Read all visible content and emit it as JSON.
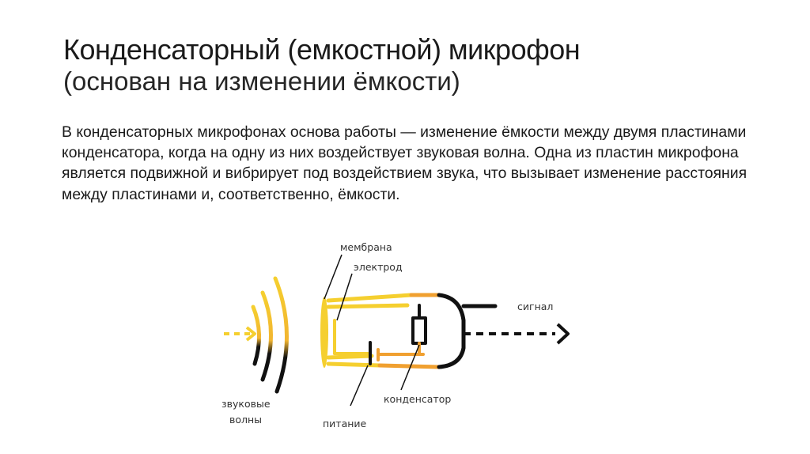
{
  "slide": {
    "title": "Конденсаторный (емкостной) микрофон",
    "subtitle": "(основан на изменении ёмкости)",
    "body": "В конденсаторных микрофонах основа работы — изменение ёмкости между двумя пластинами конденсатора, когда на одну из них воздействует звуковая волна. Одна из пластин микрофона является подвижной и вибрирует под воздействием звука, что вызывает изменение расстояния между пластинами и, соответственно, ёмкости."
  },
  "diagram": {
    "labels": {
      "membrane": "мембрана",
      "electrode": "электрод",
      "signal": "сигнал",
      "sound_waves_line1": "звуковые",
      "sound_waves_line2": "волны",
      "capacitor": "конденсатор",
      "power": "питание"
    },
    "colors": {
      "yellow": "#f5cf2f",
      "orange": "#f0a030",
      "black": "#111111",
      "label": "#333333"
    }
  }
}
